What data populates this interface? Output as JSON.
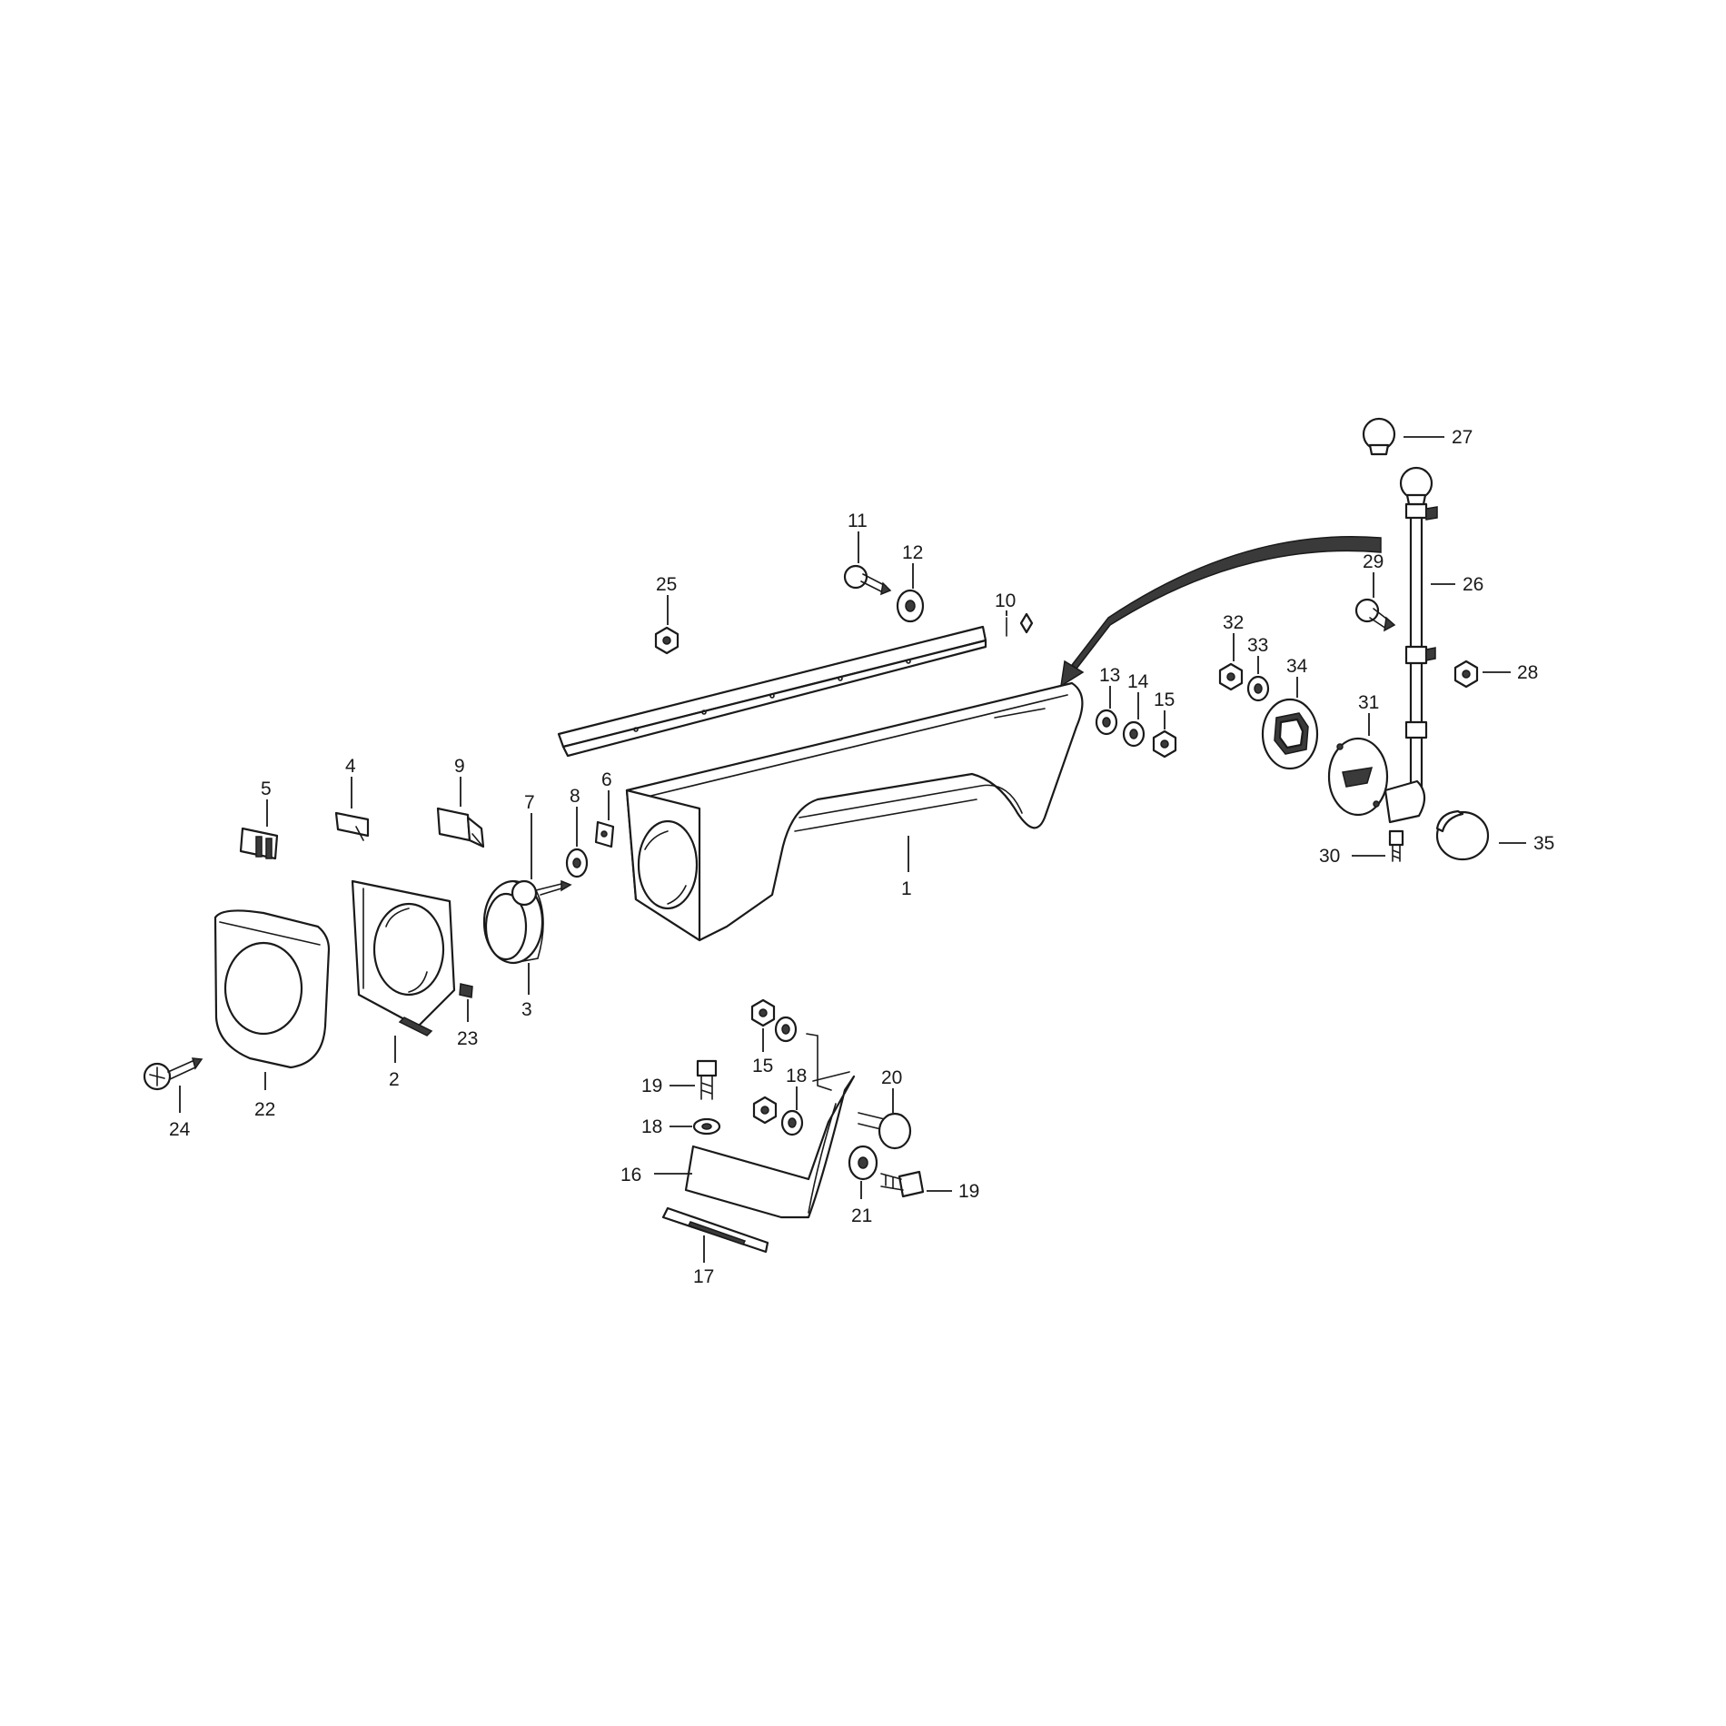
{
  "callouts": [
    {
      "id": "1",
      "text": "1"
    },
    {
      "id": "2",
      "text": "2"
    },
    {
      "id": "3",
      "text": "3"
    },
    {
      "id": "4",
      "text": "4"
    },
    {
      "id": "5",
      "text": "5"
    },
    {
      "id": "6",
      "text": "6"
    },
    {
      "id": "7",
      "text": "7"
    },
    {
      "id": "8",
      "text": "8"
    },
    {
      "id": "9",
      "text": "9"
    },
    {
      "id": "10",
      "text": "10"
    },
    {
      "id": "11",
      "text": "11"
    },
    {
      "id": "12",
      "text": "12"
    },
    {
      "id": "13",
      "text": "13"
    },
    {
      "id": "14",
      "text": "14"
    },
    {
      "id": "15a",
      "text": "15"
    },
    {
      "id": "15b",
      "text": "15"
    },
    {
      "id": "16",
      "text": "16"
    },
    {
      "id": "17",
      "text": "17"
    },
    {
      "id": "18a",
      "text": "18"
    },
    {
      "id": "18b",
      "text": "18"
    },
    {
      "id": "19a",
      "text": "19"
    },
    {
      "id": "19b",
      "text": "19"
    },
    {
      "id": "20",
      "text": "20"
    },
    {
      "id": "21",
      "text": "21"
    },
    {
      "id": "22",
      "text": "22"
    },
    {
      "id": "23",
      "text": "23"
    },
    {
      "id": "24",
      "text": "24"
    },
    {
      "id": "25",
      "text": "25"
    },
    {
      "id": "26",
      "text": "26"
    },
    {
      "id": "27",
      "text": "27"
    },
    {
      "id": "28",
      "text": "28"
    },
    {
      "id": "29",
      "text": "29"
    },
    {
      "id": "30",
      "text": "30"
    },
    {
      "id": "31",
      "text": "31"
    },
    {
      "id": "32",
      "text": "32"
    },
    {
      "id": "33",
      "text": "33"
    },
    {
      "id": "34",
      "text": "34"
    },
    {
      "id": "35",
      "text": "35"
    }
  ],
  "colors": {
    "line": "#1a1a1a",
    "background": "#ffffff"
  }
}
